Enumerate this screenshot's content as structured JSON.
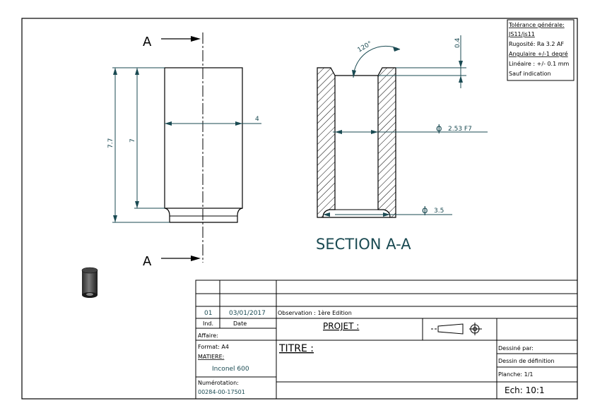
{
  "tolerance_box": {
    "line1": "Tolérance générale:",
    "line2": "JS11/js11",
    "line3": "Rugosité: Ra 3.2 AF",
    "line4": "Angulaire +/-1 degré",
    "line5": "Linéaire : +/- 0.1 mm",
    "line6": "Sauf indication"
  },
  "front_view": {
    "section_label_top": "A",
    "section_label_bottom": "A",
    "dim_overall_height": "7.7",
    "dim_inner_height": "7",
    "dim_width": "4"
  },
  "section_view": {
    "dim_angle": "120°",
    "dim_chamfer": "0.4",
    "dim_bore": "2.53 F7",
    "dim_bottom": "3.5",
    "diameter_symbol": "ϕ",
    "title": "SECTION A-A"
  },
  "title_block": {
    "revision_index": "01",
    "revision_date": "03/01/2017",
    "ind_label": "Ind.",
    "date_label": "Date",
    "observation": "Observation : 1ère Edition",
    "affaire_label": "Affaire:",
    "projet_label": "PROJET :",
    "format_label": "Format: A4",
    "matiere_label": "MATIERE:",
    "matiere_value": "Inconel 600",
    "titre_label": "TITRE :",
    "dessine_par": "Dessiné par:",
    "dessin_type": "Dessin de définition",
    "planche": "Planche:  1/1",
    "numerotation_label": "Numérotation:",
    "numerotation_value": "00284-00-17501",
    "echelle": "Ech:  10:1"
  },
  "colors": {
    "line": "#000000",
    "dimension": "#1a4a52",
    "hatch": "#000000"
  }
}
